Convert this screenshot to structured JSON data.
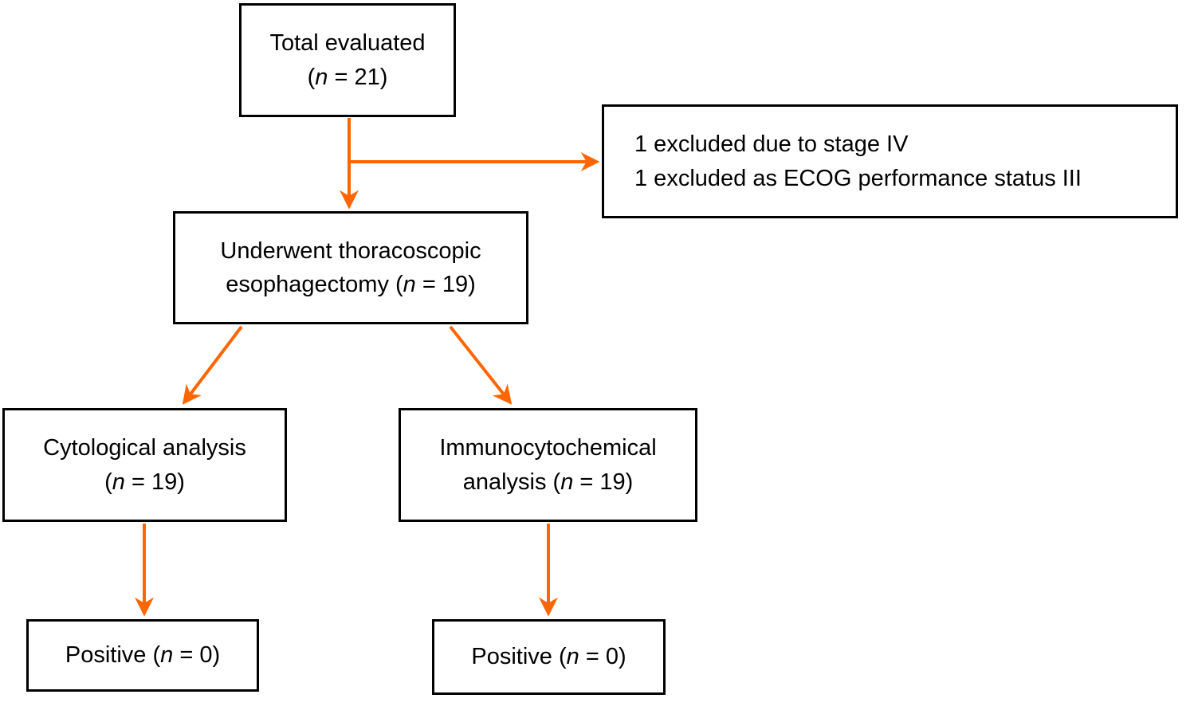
{
  "figure": {
    "background": "#ffffff",
    "arrow_color": "#ff6600",
    "border_color": "#000000",
    "text_color": "#000000"
  },
  "boxes": {
    "total": {
      "line1": "Total evaluated",
      "pre": "(",
      "n": "n",
      "post": " = 21)"
    },
    "excluded": {
      "line1": "1 excluded due to stage IV",
      "line2": "1 excluded as ECOG performance status III"
    },
    "surgery": {
      "line1": "Underwent thoracoscopic",
      "pre": "esophagectomy (",
      "n": "n",
      "post": " = 19)"
    },
    "cytology": {
      "line1": "Cytological analysis",
      "pre": "(",
      "n": "n",
      "post": " = 19)"
    },
    "immuno": {
      "line1": "Immunocytochemical",
      "pre": "analysis (",
      "n": "n",
      "post": " = 19)"
    },
    "positive_left": {
      "pre": "Positive (",
      "n": "n",
      "post": " = 0)"
    },
    "positive_right": {
      "pre": "Positive (",
      "n": "n",
      "post": " = 0)"
    }
  }
}
